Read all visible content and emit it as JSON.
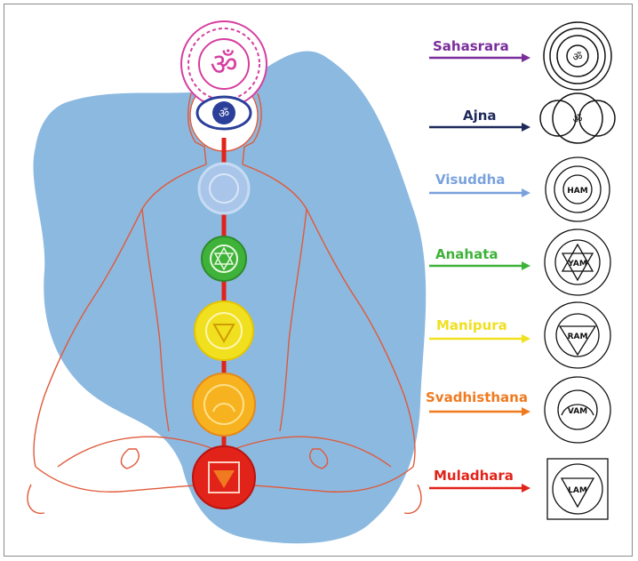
{
  "chakras": [
    {
      "name": "Sahasrara",
      "color": "#7a2e9c",
      "mantra": ""
    },
    {
      "name": "Ajna",
      "color": "#1e2a5a",
      "mantra": ""
    },
    {
      "name": "Visuddha",
      "color": "#7aa2dd",
      "mantra": "HAM"
    },
    {
      "name": "Anahata",
      "color": "#3fb23a",
      "mantra": "YAM"
    },
    {
      "name": "Manipura",
      "color": "#f0e020",
      "mantra": "RAM"
    },
    {
      "name": "Svadhisthana",
      "color": "#f07a20",
      "mantra": "VAM"
    },
    {
      "name": "Muladhara",
      "color": "#e2231a",
      "mantra": "LAM"
    }
  ],
  "colors": {
    "body_outline": "#e05a3a",
    "background_blob": "#8cb9e0",
    "spine": "#e2231a",
    "crown": "#d63ea0",
    "ajna_symbol": "#2b3f9a"
  }
}
